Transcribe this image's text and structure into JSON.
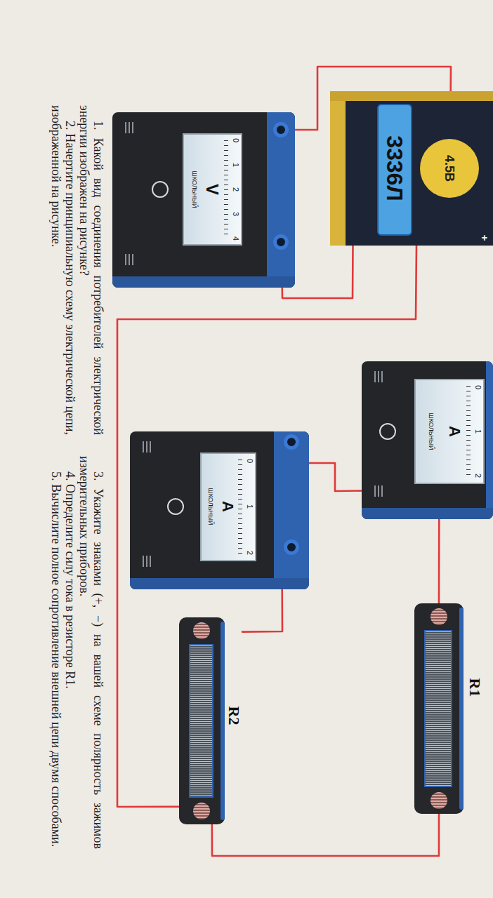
{
  "diagram": {
    "nodes": [
      {
        "text": [
          "4.5В",
          "3336Л"
        ]
      },
      {
        "text": [
          "V"
        ]
      },
      {
        "text": [
          "A"
        ]
      },
      {
        "text": [
          "A"
        ]
      },
      {
        "text": [
          "R1"
        ]
      },
      {
        "text": [
          "R2"
        ]
      }
    ],
    "edges": [
      {
        "from": 0,
        "to": 1,
        "arrow": "none"
      },
      {
        "from": 1,
        "to": 0,
        "arrow": "none"
      },
      {
        "from": 0,
        "to": 5,
        "arrow": "none"
      },
      {
        "from": 2,
        "to": 3,
        "arrow": "none"
      },
      {
        "from": 2,
        "to": 4,
        "arrow": "none"
      },
      {
        "from": 3,
        "to": 5,
        "arrow": "none"
      },
      {
        "from": 4,
        "to": 5,
        "arrow": "none"
      }
    ],
    "labels": [
      "0",
      "1",
      "2",
      "3",
      "4",
      "ШКОЛЬНЫЙ",
      "0",
      "1",
      "2",
      "ШКОЛЬНЫЙ",
      "0",
      "1",
      "2",
      "ШКОЛЬНЫЙ",
      "+",
      "1. Какой вид соединения потребителей электрической энергии изображен на рисунке?",
      "2. Начертите принципиальную схему электрической цепи, изображенной на рисунке.",
      "3. Укажите знаками (+, −) на вашей схеме полярность зажимов измерительных приборов.",
      "4. Определите силу тока в резисторе R1.",
      "5. Вычислите полное сопротивление внешней цепи двумя способами."
    ]
  }
}
